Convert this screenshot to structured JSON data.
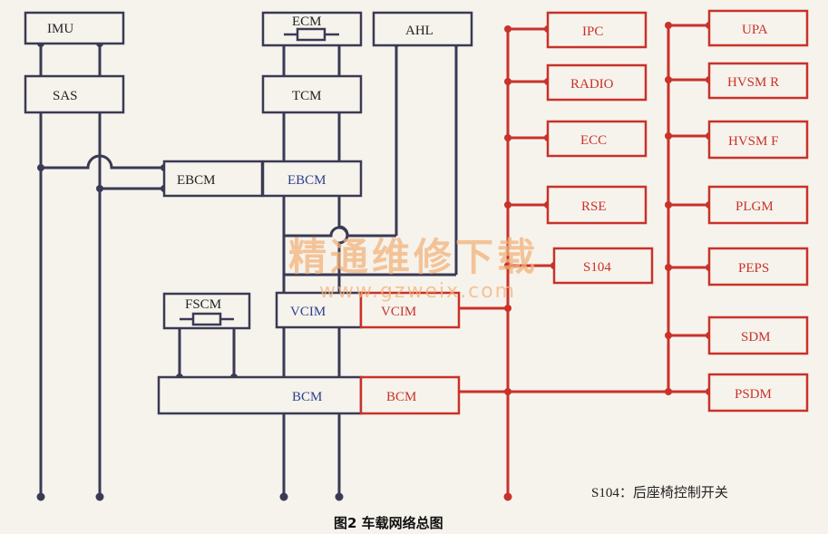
{
  "diagram": {
    "caption": "图2 车载网络总图",
    "note": "S104：后座椅控制开关",
    "watermark": {
      "cn": "精通维修下载",
      "url": "www.gzweix.com"
    },
    "black_modules": {
      "imu": "IMU",
      "sas": "SAS",
      "ecm": "ECM",
      "tcm": "TCM",
      "ahl": "AHL",
      "ebcm_left": "EBCM",
      "fscm": "FSCM"
    },
    "blue_modules": {
      "ebcm": "EBCM",
      "vcim": "VCIM",
      "bcm": "BCM"
    },
    "red_modules": {
      "vcim": "VCIM",
      "bcm": "BCM",
      "ipc": "IPC",
      "radio": "RADIO",
      "ecc": "ECC",
      "rse": "RSE",
      "s104": "S104",
      "upa": "UPA",
      "hvsm_r": "HVSM R",
      "hvsm_f": "HVSM F",
      "plgm": "PLGM",
      "peps": "PEPS",
      "sdm": "SDM",
      "psdm": "PSDM"
    },
    "colors": {
      "black_bus": "#3a3a55",
      "red_bus": "#c8322a",
      "blue_text": "#2a3f8f",
      "background": "#f6f3ec"
    }
  }
}
